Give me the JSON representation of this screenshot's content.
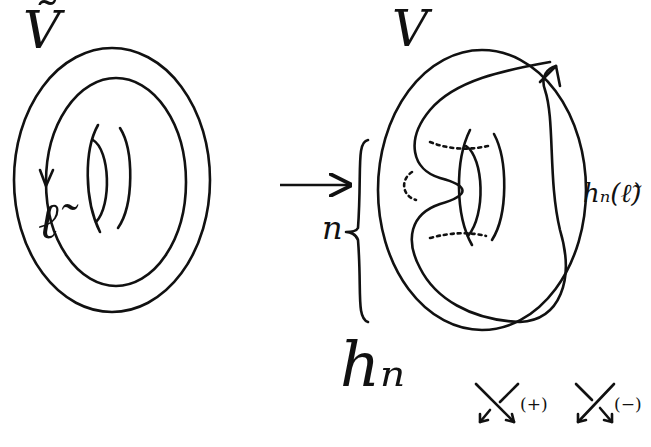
{
  "diagram": {
    "nodes": [
      {
        "text": [
          "Ṽ"
        ]
      },
      {
        "text": [
          "V"
        ]
      }
    ],
    "edges": [
      {
        "from": 0,
        "to": 1,
        "arrow": "to"
      }
    ],
    "labels": [
      "ℓ̃",
      "n",
      "hₙ(ℓ̃)",
      "hₙ",
      "(+)",
      "(−)"
    ]
  }
}
